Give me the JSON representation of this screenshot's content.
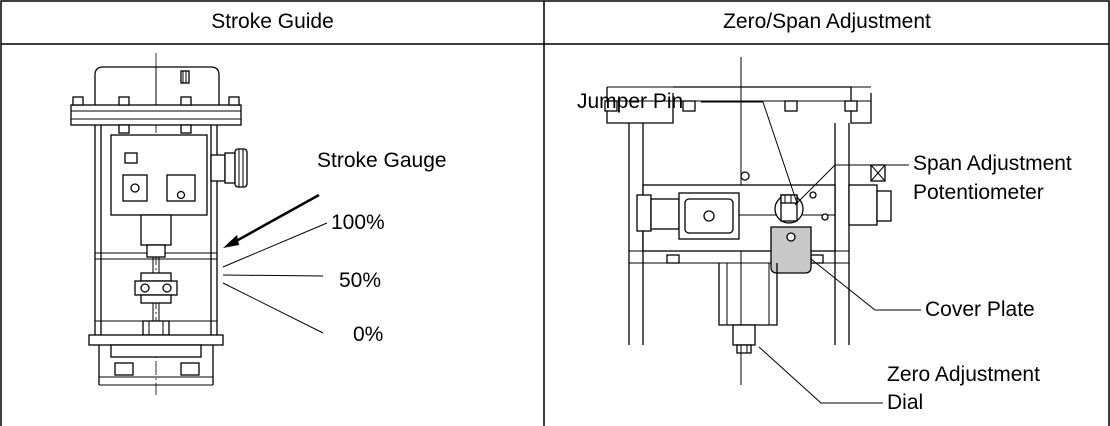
{
  "table": {
    "headers": [
      "Stroke Guide",
      "Zero/Span Adjustment"
    ]
  },
  "stroke_guide": {
    "gauge_label": "Stroke Gauge",
    "marks": [
      "100%",
      "50%",
      "0%"
    ]
  },
  "zero_span": {
    "jumper_pin": "Jumper Pin",
    "span_line1": "Span Adjustment",
    "span_line2": "Potentiometer",
    "cover_plate": "Cover Plate",
    "zero_line1": "Zero Adjustment",
    "zero_line2": "Dial"
  }
}
